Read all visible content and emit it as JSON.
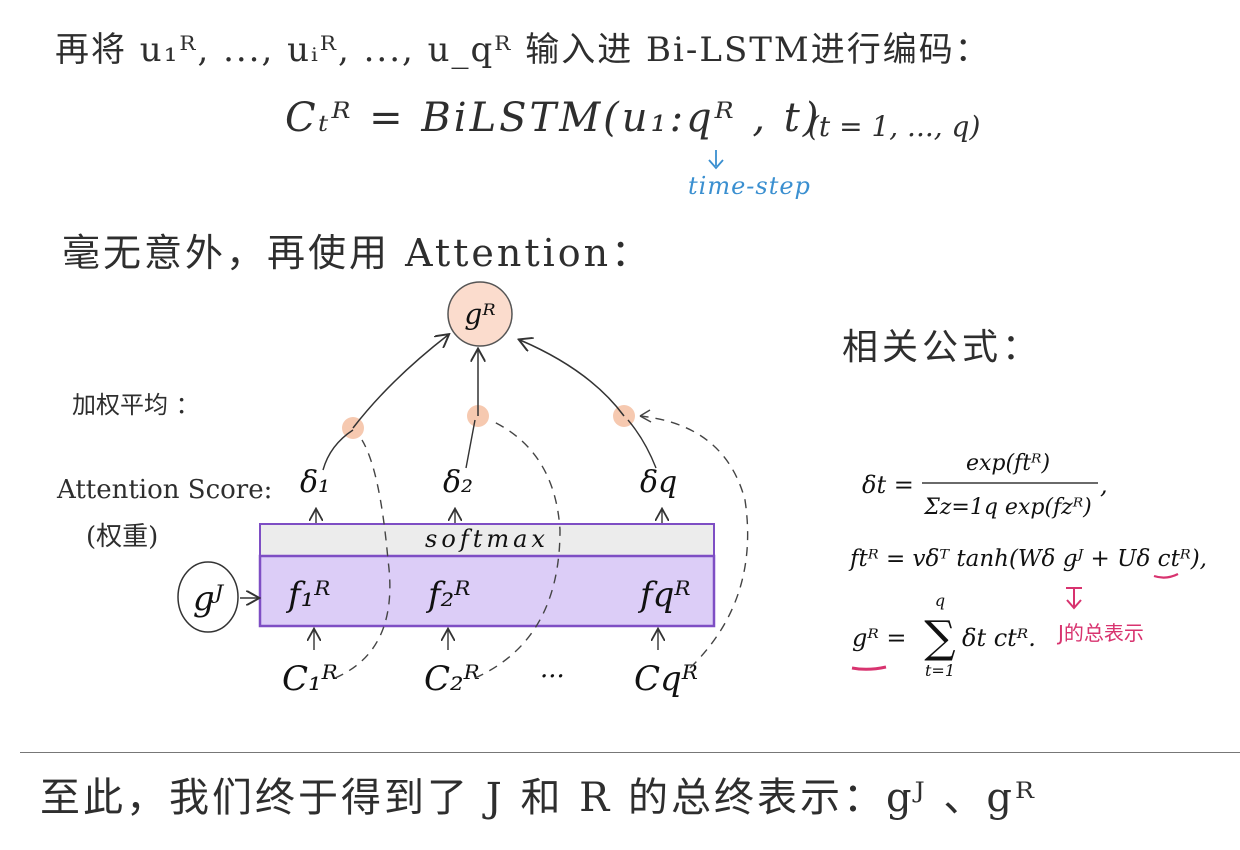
{
  "header_text": "再将 u₁ᴿ, ..., uᵢᴿ, ..., u_qᴿ 输入进 Bi-LSTM进行编码：",
  "equation": {
    "main": "Cₜᴿ = BiLSTM(u₁:qᴿ , t)",
    "range": "(t = 1, ..., q)",
    "annotation": "time-step"
  },
  "intro_attention": "毫无意外，再使用 Attention：",
  "diagram": {
    "output_node": "gᴿ",
    "weighted_avg_label": "加权平均 ：",
    "score_label": "Attention Score:",
    "weight_label": "(权重)",
    "deltas": [
      "δ₁",
      "δ₂",
      "δq"
    ],
    "softmax_label": "softmax",
    "f_nodes": [
      "f₁ᴿ",
      "f₂ᴿ",
      "fqᴿ"
    ],
    "input_g": "gᴶ",
    "c_nodes": [
      "C₁ᴿ",
      "C₂ᴿ",
      "Cqᴿ"
    ],
    "ellipsis": "···"
  },
  "formulas": {
    "title": "相关公式：",
    "delta_lhs": "δt =",
    "delta_num": "exp(ftᴿ)",
    "delta_den": "Σz=1q exp(fzᴿ)",
    "delta_tail": ",",
    "f_eq": "ftᴿ = vδᵀ tanh(Wδ gᴶ + Uδ ctᴿ),",
    "g_eq_lhs": "gᴿ =",
    "g_eq_sum_top": "q",
    "g_eq_sum_bottom": "t=1",
    "g_eq_rhs": "δt ctᴿ.",
    "annotation": "J的总表示"
  },
  "closing": "至此，我们终于得到了 J 和 R 的总终表示：gᴶ 、gᴿ",
  "colors": {
    "ink": "#2e2e2e",
    "blue": "#3a8fd0",
    "pink": "#d8336f",
    "node_fill": "#f6c9b0",
    "purple_fill": "#d8c9f6",
    "purple_stroke": "#7e4ec4",
    "softmax_fill": "#ececec"
  }
}
